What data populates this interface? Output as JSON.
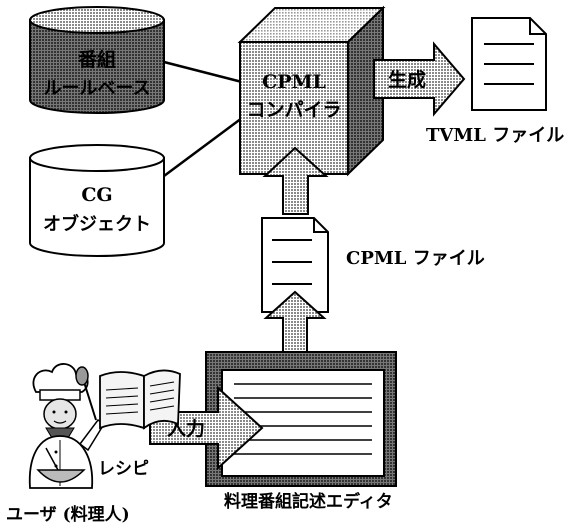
{
  "program_db": {
    "line1": "番組",
    "line2": "ルールベース"
  },
  "cg_db": {
    "line1": "CG",
    "line2": "オブジェクト"
  },
  "compiler": {
    "line1": "CPML",
    "line2": "コンパイラ"
  },
  "generate_arrow": {
    "label": "生成"
  },
  "tvml_file": {
    "label": "TVML ファイル"
  },
  "cpml_file": {
    "label": "CPML ファイル"
  },
  "input_arrow": {
    "label": "入力"
  },
  "recipe": {
    "label": "レシピ"
  },
  "editor": {
    "label": "料理番組記述エディタ"
  },
  "user": {
    "label": "ユーザ (料理人)"
  }
}
